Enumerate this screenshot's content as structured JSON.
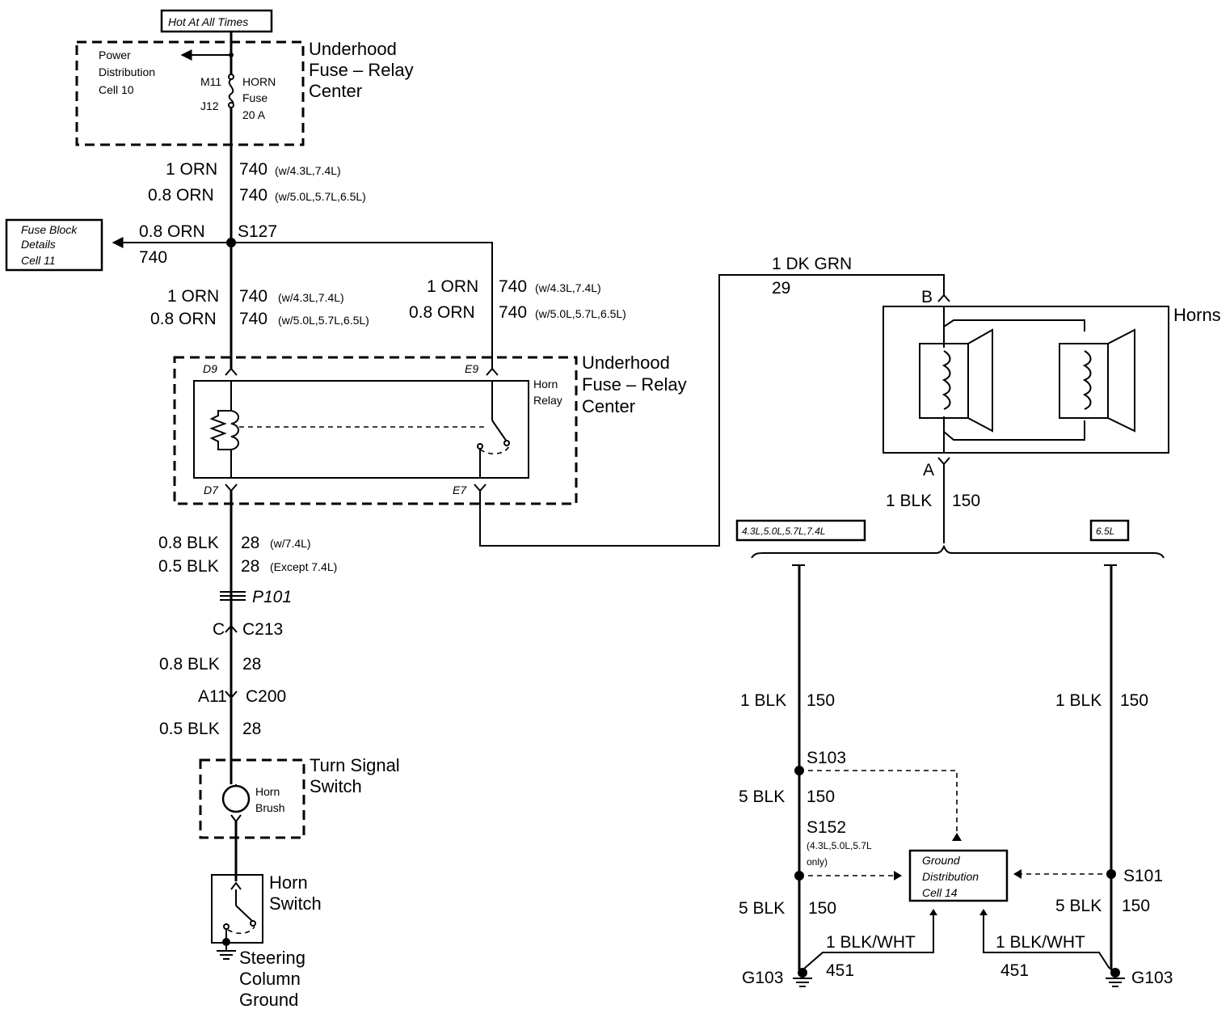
{
  "labels": {
    "hot_at_all_times": "Hot At All Times",
    "power_dist_1": "Power",
    "power_dist_2": "Distribution",
    "power_dist_3": "Cell 10",
    "fuse_pin_top": "M11",
    "fuse_pin_bot": "J12",
    "fuse_name_1": "HORN",
    "fuse_name_2": "Fuse",
    "fuse_name_3": "20 A",
    "uh_fuse_relay_1": "Underhood",
    "uh_fuse_relay_2": "Fuse – Relay",
    "uh_fuse_relay_3": "Center",
    "w1_size": "1 ORN",
    "w1_circuit": "740",
    "w1_note": "(w/4.3L,7.4L)",
    "w2_size": "0.8 ORN",
    "w2_circuit": "740",
    "w2_note": "(w/5.0L,5.7L,6.5L)",
    "fb_1": "Fuse Block",
    "fb_2": "Details",
    "fb_3": "Cell 11",
    "fb_wire_size": "0.8 ORN",
    "fb_wire_circuit": "740",
    "splice_s127": "S127",
    "w3_size": "1 ORN",
    "w3_circuit": "740",
    "w3_note": "(w/4.3L,7.4L)",
    "w4_size": "0.8 ORN",
    "w4_circuit": "740",
    "w4_note": "(w/5.0L,5.7L,6.5L)",
    "w5_size": "1 ORN",
    "w5_circuit": "740",
    "w5_note": "(w/4.3L,7.4L)",
    "w6_size": "0.8 ORN",
    "w6_circuit": "740",
    "w6_note": "(w/5.0L,5.7L,6.5L)",
    "pin_d9": "D9",
    "pin_e9": "E9",
    "pin_d7": "D7",
    "pin_e7": "E7",
    "horn_relay_1": "Horn",
    "horn_relay_2": "Relay",
    "uh2_1": "Underhood",
    "uh2_2": "Fuse – Relay",
    "uh2_3": "Center",
    "w7_size": "0.8 BLK",
    "w7_circuit": "28",
    "w7_note": "(w/7.4L)",
    "w8_size": "0.5 BLK",
    "w8_circuit": "28",
    "w8_note": "(Except 7.4L)",
    "p101": "P101",
    "c213_pin": "C",
    "c213": "C213",
    "w9_size": "0.8 BLK",
    "w9_circuit": "28",
    "c200_pin": "A11",
    "c200": "C200",
    "w10_size": "0.5 BLK",
    "w10_circuit": "28",
    "tss_1": "Turn Signal",
    "tss_2": "Switch",
    "brush_1": "Horn",
    "brush_2": "Brush",
    "hsw_1": "Horn",
    "hsw_2": "Switch",
    "scg_1": "Steering",
    "scg_2": "Column",
    "scg_3": "Ground",
    "dkgrn_size": "1 DK GRN",
    "dkgrn_circuit": "29",
    "horns_pin_b": "B",
    "horns_pin_a": "A",
    "horns": "Horns",
    "hblk_size": "1 BLK",
    "hblk_circuit": "150",
    "opt_left": "4.3L,5.0L,5.7L,7.4L",
    "opt_right": "6.5L",
    "l_blk_size": "1 BLK",
    "l_blk_circuit": "150",
    "r_blk_size": "1 BLK",
    "r_blk_circuit": "150",
    "s103": "S103",
    "l5_size": "5 BLK",
    "l5_circuit": "150",
    "s152": "S152",
    "s152_note_1": "(4.3L,5.0L,5.7L",
    "s152_note_2": "only)",
    "gd_1": "Ground",
    "gd_2": "Distribution",
    "gd_3": "Cell 14",
    "s101": "S101",
    "l5b_size": "5 BLK",
    "l5b_circuit": "150",
    "r5_size": "5 BLK",
    "r5_circuit": "150",
    "lwht_size": "1 BLK/WHT",
    "lwht_circuit": "451",
    "rwht_size": "1 BLK/WHT",
    "rwht_circuit": "451",
    "g103_left": "G103",
    "g103_right": "G103"
  }
}
